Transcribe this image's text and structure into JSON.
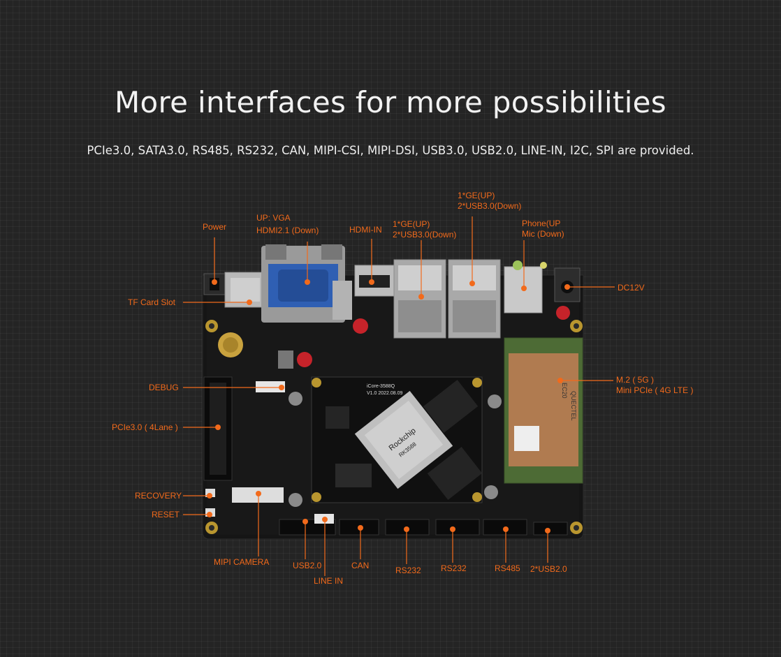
{
  "heading": {
    "title": "More interfaces for more possibilities",
    "subtitle": "PCIe3.0, SATA3.0, RS485, RS232, CAN, MIPI-CSI, MIPI-DSI, USB3.0, USB2.0, LINE-IN, I2C, SPI are provided."
  },
  "colors": {
    "accent": "#f26a1b",
    "background": "#242424",
    "pcb": "#161616"
  },
  "board_text": {
    "soc_brand": "Rockchip",
    "soc_model": "RK3588",
    "core_model": "iCore-3588Q",
    "core_version": "V1.0 2022.08.09",
    "modem_brand": "QUECTEL",
    "modem_model": "EC20"
  },
  "labels": {
    "power": "Power",
    "vga_line1": "UP: VGA",
    "vga_line2": "HDMI2.1 (Down)",
    "hdmi_in": "HDMI-IN",
    "eth1_line1": "1*GE(UP)",
    "eth1_line2": "2*USB3.0(Down)",
    "eth2_line1": "1*GE(UP)",
    "eth2_line2": "2*USB3.0(Down)",
    "audio_line1": "Phone(UP",
    "audio_line2": "Mic (Down)",
    "dc": "DC12V",
    "tf": "TF Card Slot",
    "debug": "DEBUG",
    "pcie": "PCIe3.0 ( 4Lane )",
    "m2_line1": "M.2 ( 5G )",
    "m2_line2": "Mini PCIe ( 4G LTE )",
    "recovery": "RECOVERY",
    "reset": "RESET",
    "mipi": "MIPI CAMERA",
    "usb20": "USB2.0",
    "linein": "LINE IN",
    "can": "CAN",
    "rs232a": "RS232",
    "rs232b": "RS232",
    "rs485": "RS485",
    "usb2x": "2*USB2.0"
  }
}
